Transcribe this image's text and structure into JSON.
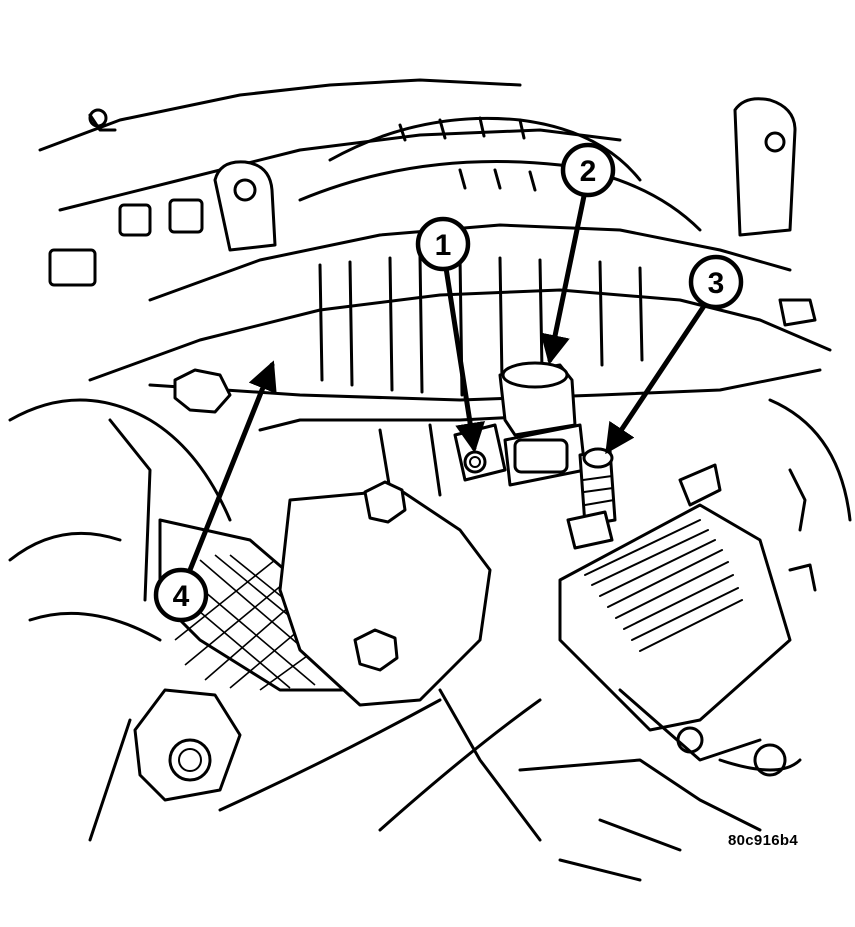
{
  "callouts": [
    {
      "number": "1"
    },
    {
      "number": "2"
    },
    {
      "number": "3"
    },
    {
      "number": "4"
    }
  ],
  "figure_id": "80c916b4",
  "colors": {
    "line": "#000000",
    "background": "#ffffff"
  }
}
